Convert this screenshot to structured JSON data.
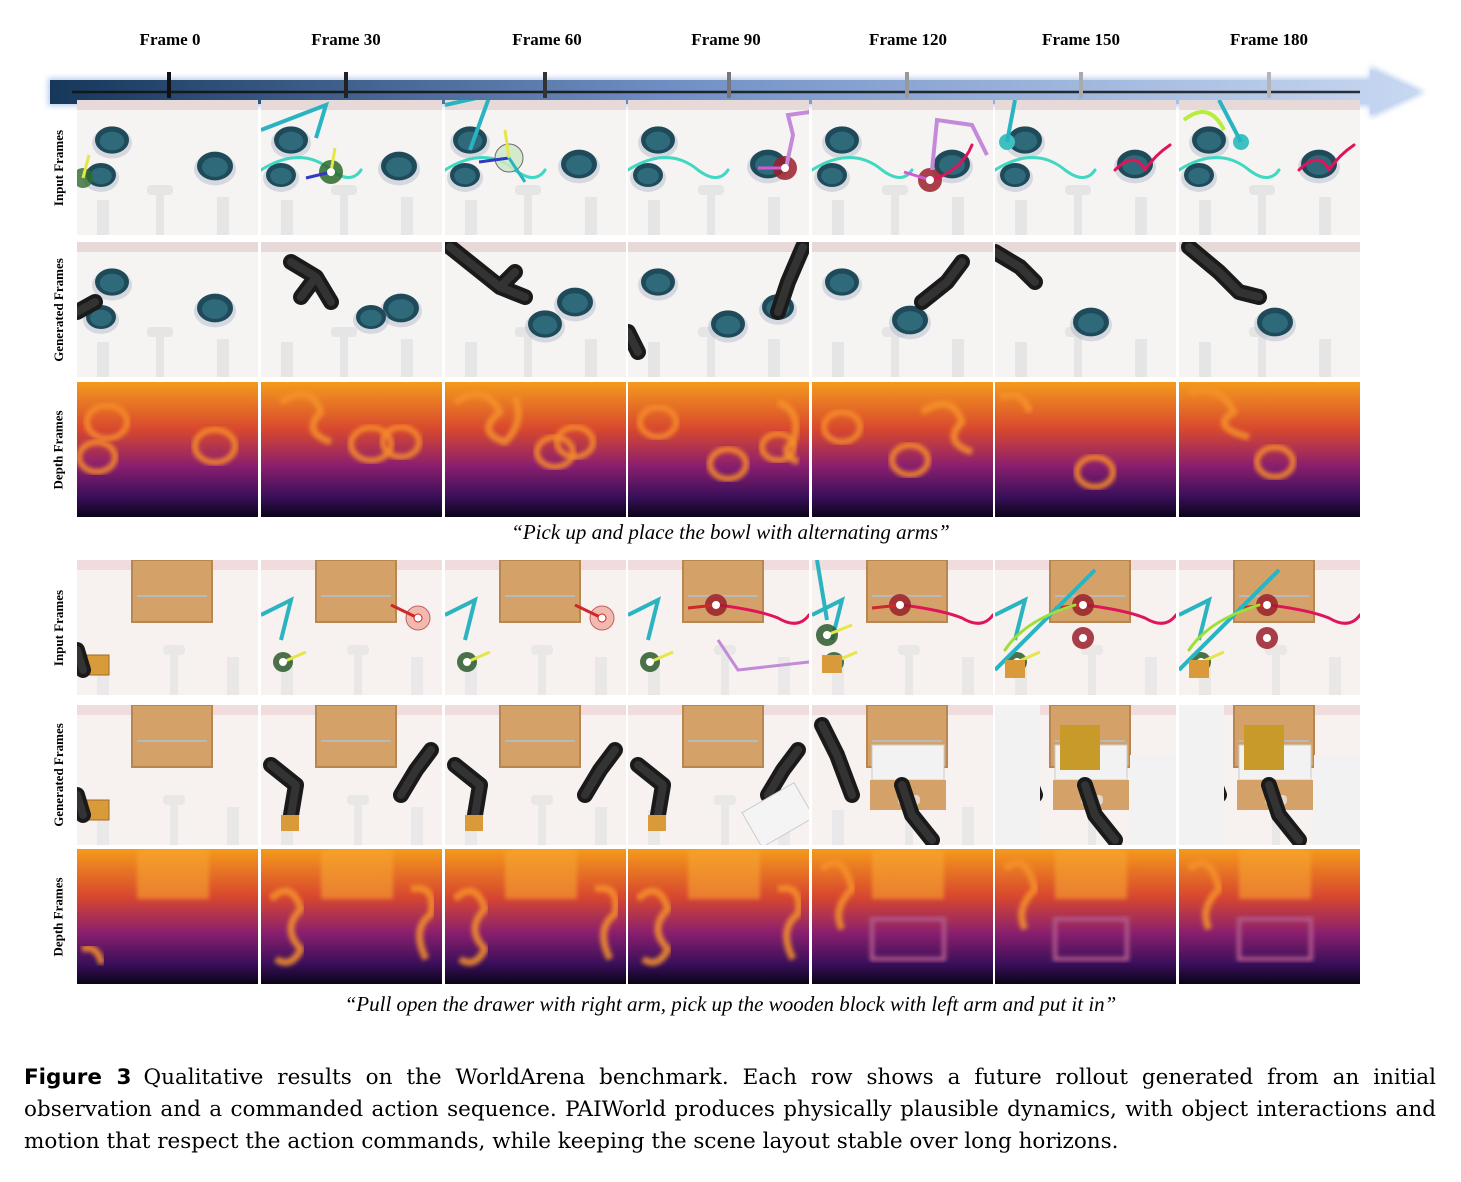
{
  "timeline": {
    "frames": [
      "Frame 0",
      "Frame 30",
      "Frame 60",
      "Frame 90",
      "Frame 120",
      "Frame 150",
      "Frame 180"
    ]
  },
  "row_labels": {
    "input": "Input Frames",
    "generated": "Generated Frames",
    "depth": "Depth Frames"
  },
  "examples": [
    {
      "instruction": "“Pick up and place the bowl with alternating arms”"
    },
    {
      "instruction": "“Pull open the drawer with right arm, pick up the wooden block with left arm and put it in”"
    }
  ],
  "figure": {
    "number": "Figure 3",
    "caption": "Qualitative results on the WorldArena benchmark. Each row shows a future rollout generated from an initial observation and a commanded action sequence. PAIWorld produces physically plausible dynamics, with object interactions and motion that respect the action commands, while keeping the scene layout stable over long horizons."
  },
  "colors": {
    "timeline_start": "#1a3a5c",
    "timeline_end": "#c9d8f0",
    "bowl": "#1f4a5a",
    "depth_top": "#f08a1a",
    "depth_bottom": "#1a0a30",
    "trajectory_left": "#3fd8c0",
    "trajectory_right": "#e0145a"
  }
}
